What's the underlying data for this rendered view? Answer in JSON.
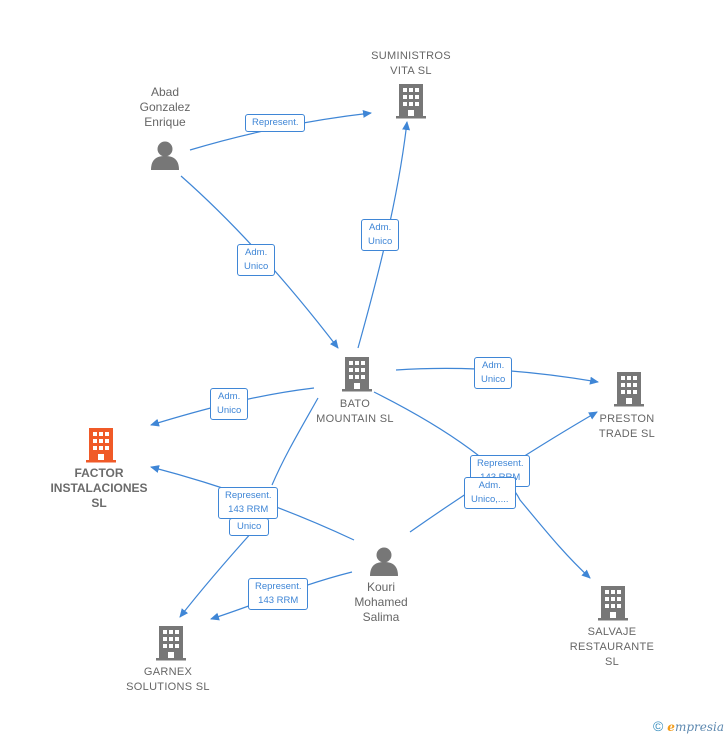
{
  "nodes": {
    "suministros": {
      "label": "SUMINISTROS\nVITA  SL",
      "type": "company"
    },
    "abad": {
      "label": "Abad\nGonzalez\nEnrique",
      "type": "person"
    },
    "bato": {
      "label": "BATO\nMOUNTAIN  SL",
      "type": "company"
    },
    "factor": {
      "label": "FACTOR\nINSTALACIONES\nSL",
      "type": "company-highlight"
    },
    "preston": {
      "label": "PRESTON\nTRADE  SL",
      "type": "company"
    },
    "kouri": {
      "label": "Kouri\nMohamed\nSalima",
      "type": "person"
    },
    "garnex": {
      "label": "GARNEX\nSOLUTIONS  SL",
      "type": "company"
    },
    "salvaje": {
      "label": "SALVAJE\nRESTAURANTE\nSL",
      "type": "company"
    }
  },
  "edges": {
    "abad_suministros": "Represent.",
    "abad_bato": "Adm.\nUnico",
    "bato_suministros": "Adm.\nUnico",
    "bato_preston": "Adm.\nUnico",
    "bato_factor": "Adm.\nUnico",
    "kouri_factor": "Represent.\n143 RRM",
    "kouri_garnex_unico": "Unico",
    "kouri_garnex": "Represent.\n143 RRM",
    "kouri_preston": "Represent.\n143 RRM",
    "kouri_salvaje": "Adm.\nUnico,...."
  },
  "colors": {
    "edge": "#3f86d6",
    "node": "#777777",
    "highlight": "#f05a28"
  },
  "footer": {
    "copyright": "©",
    "brand_initial": "e",
    "brand_rest": "mpresia"
  }
}
